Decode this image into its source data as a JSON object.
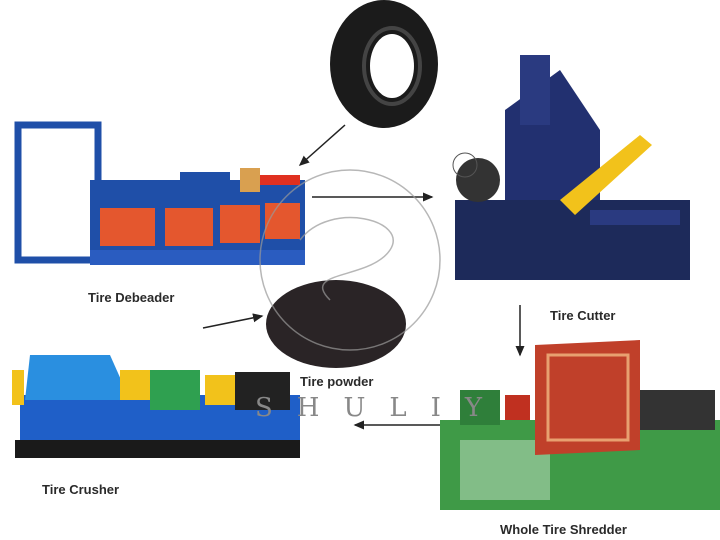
{
  "diagram": {
    "nodes": [
      {
        "id": "tire",
        "label": ""
      },
      {
        "id": "debeader",
        "label": "Tire Debeader"
      },
      {
        "id": "cutter",
        "label": "Tire Cutter"
      },
      {
        "id": "shredder",
        "label": "Whole Tire Shredder"
      },
      {
        "id": "crusher",
        "label": "Tire Crusher"
      },
      {
        "id": "powder",
        "label": "Tire powder"
      }
    ],
    "flow": [
      "tire",
      "debeader",
      "cutter",
      "shredder",
      "crusher",
      "powder"
    ],
    "watermark": "SHULIY",
    "colors": {
      "machine_blue": "#1f4fa8",
      "machine_orange": "#e4572e",
      "shredder_green": "#3f9a47",
      "cutter_navy": "#1d2a5a",
      "cutter_yellow": "#f2c21b",
      "powder": "#2a2426"
    }
  }
}
